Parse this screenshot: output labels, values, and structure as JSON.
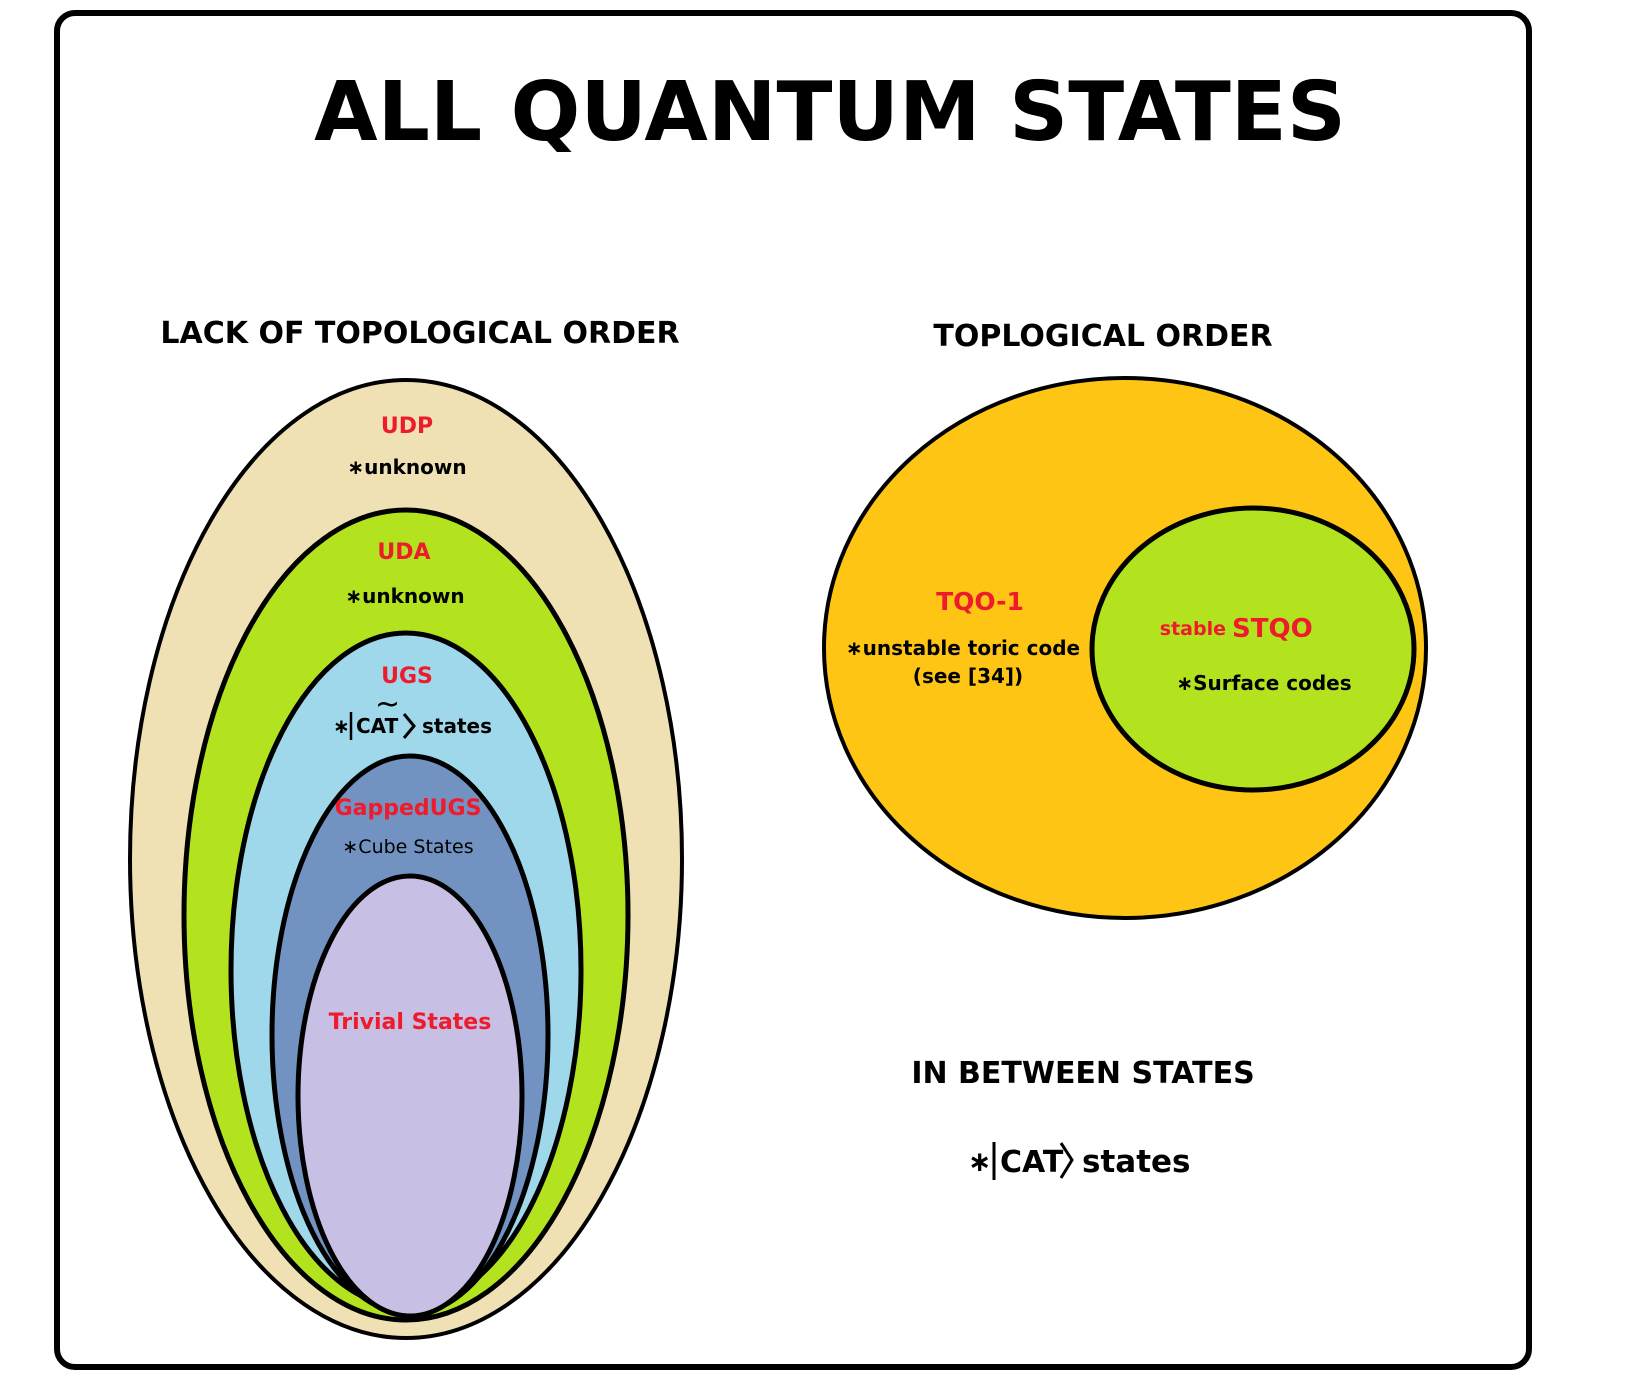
{
  "title": "ALL QUANTUM STATES",
  "colors": {
    "frame_stroke": "#000000",
    "udp_fill": "#efe1b3",
    "uda_fill": "#b3e31f",
    "ugs_fill": "#9fd8ea",
    "gapped_fill": "#7293c1",
    "trivial_fill": "#c7bfe4",
    "tqo_fill": "#fec515",
    "stqo_fill": "#b3e31f",
    "label_red": "#ee1b2c",
    "label_black": "#000000"
  },
  "left_group": {
    "heading": "LACK OF TOPOLOGICAL ORDER",
    "udp": {
      "name": "UDP",
      "note": "∗unknown"
    },
    "uda": {
      "name": "UDA",
      "note": "∗unknown"
    },
    "ugs": {
      "name": "UGS",
      "note_prefix": "∗",
      "note_cat": "CAT",
      "note_suffix": "states",
      "tilde": "~"
    },
    "gapped_ugs": {
      "name": "GappedUGS",
      "note": "∗Cube States"
    },
    "trivial": {
      "name": "Trivial States"
    }
  },
  "right_group": {
    "heading": "TOPLOGICAL ORDER",
    "tqo1": {
      "name": "TQO-1",
      "note_line1": "∗unstable toric code",
      "note_line2": "(see [34])"
    },
    "stqo": {
      "prefix": "stable",
      "name": "STQO",
      "note": "∗Surface codes"
    }
  },
  "in_between": {
    "heading": "IN BETWEEN STATES",
    "note_prefix": "∗",
    "note_cat": "CAT",
    "note_suffix": "states"
  }
}
